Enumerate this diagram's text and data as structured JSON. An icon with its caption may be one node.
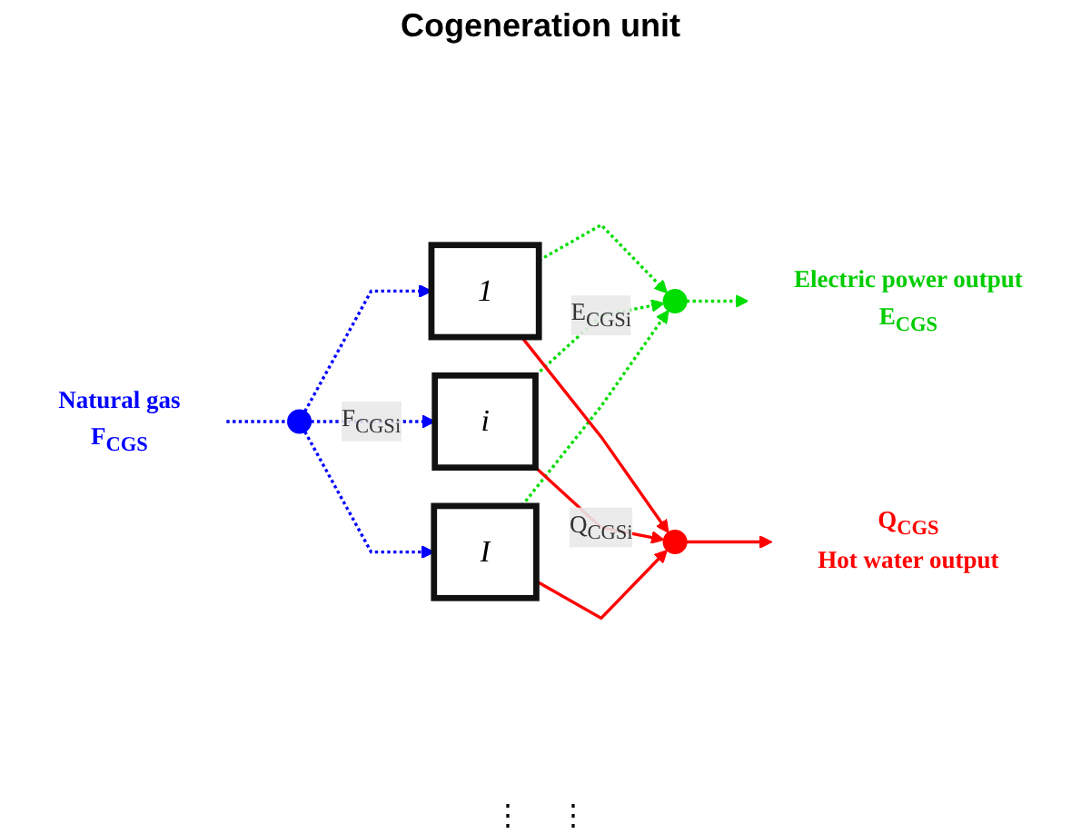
{
  "diagram": {
    "title": "Cogeneration unit",
    "nodes": [
      {
        "text": [
          "Natural gas",
          "F$_{CGS}$"
        ]
      },
      {
        "text": [],
        "shape": "circle"
      },
      {
        "text": [
          "1"
        ]
      },
      {
        "text": [
          "i"
        ]
      },
      {
        "text": [
          "I"
        ]
      },
      {
        "text": [],
        "shape": "circle"
      },
      {
        "text": [
          "Electric power output",
          "E$_{CGS}$"
        ]
      },
      {
        "text": [],
        "shape": "circle"
      },
      {
        "text": [
          "Q$_{CGS}$",
          "Hot water output"
        ]
      }
    ],
    "edges": [
      {
        "from": 0,
        "to": 1,
        "arrow": "none",
        "style": "dashed",
        "color": "#0000ff"
      },
      {
        "from": 1,
        "to": 2,
        "arrow": "to",
        "style": "dashed",
        "color": "#0000ff"
      },
      {
        "from": 1,
        "to": 3,
        "arrow": "to",
        "label": "F$_{CGSi}$",
        "style": "dashed",
        "color": "#0000ff"
      },
      {
        "from": 1,
        "to": 4,
        "arrow": "to",
        "style": "dashed",
        "color": "#0000ff"
      },
      {
        "from": 2,
        "to": 5,
        "arrow": "to",
        "style": "dashed",
        "color": "#00dd00"
      },
      {
        "from": 3,
        "to": 5,
        "arrow": "to",
        "label": "E$_{CGSi}$",
        "style": "dashed",
        "color": "#00dd00"
      },
      {
        "from": 4,
        "to": 5,
        "arrow": "to",
        "style": "dashed",
        "color": "#00dd00"
      },
      {
        "from": 5,
        "to": 6,
        "arrow": "to",
        "style": "dashed",
        "color": "#00dd00"
      },
      {
        "from": 2,
        "to": 7,
        "arrow": "to",
        "color": "#ff0000"
      },
      {
        "from": 3,
        "to": 7,
        "arrow": "to",
        "label": "Q$_{CGSi}$",
        "color": "#ff0000"
      },
      {
        "from": 4,
        "to": 7,
        "arrow": "to",
        "color": "#ff0000"
      },
      {
        "from": 7,
        "to": 8,
        "arrow": "to",
        "color": "#ff0000"
      }
    ],
    "labels": [
      "⋮",
      "⋮"
    ]
  }
}
